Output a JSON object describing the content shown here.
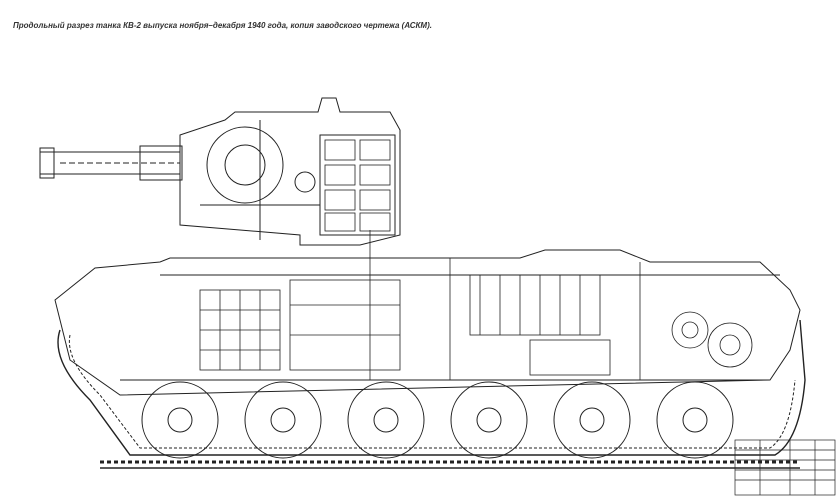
{
  "caption": "Продольный разрез танка КВ-2 выпуска ноября–декабря 1940 года, копия заводского чертежа (АСКМ).",
  "drawing": {
    "subject": "tank-longitudinal-section",
    "road_wheels": 6,
    "line_color": "#222222",
    "background": "#ffffff"
  }
}
